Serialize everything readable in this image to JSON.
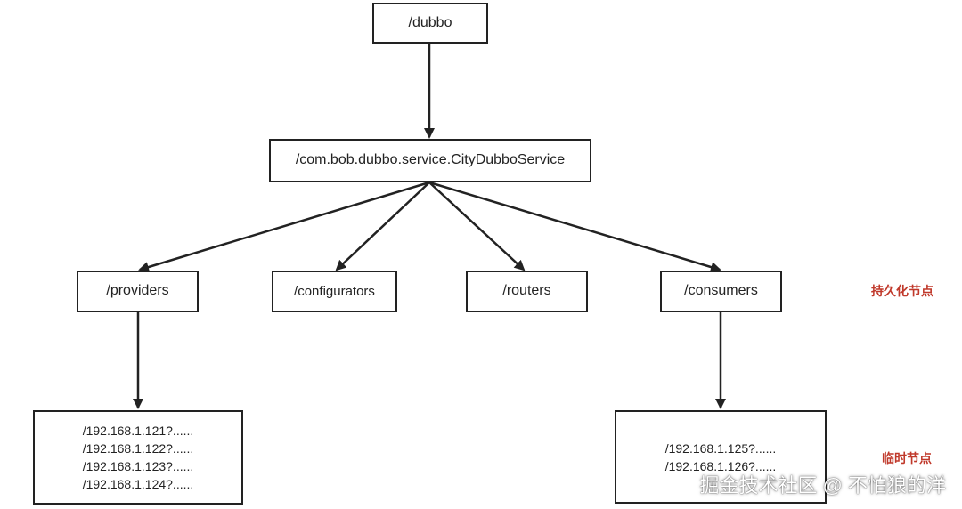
{
  "diagram": {
    "root": "/dubbo",
    "service": "/com.bob.dubbo.service.CityDubboService",
    "categories": [
      "/providers",
      "/configurators",
      "/routers",
      "/consumers"
    ],
    "provider_nodes": [
      "/192.168.1.121?......",
      "/192.168.1.122?......",
      "/192.168.1.123?......",
      "/192.168.1.124?......"
    ],
    "consumer_nodes": [
      "/192.168.1.125?......",
      "/192.168.1.126?......"
    ],
    "persistent_label": "持久化节点",
    "ephemeral_label": "临时节点"
  },
  "watermark": "掘金技术社区 @ 不怕狼的洋",
  "colors": {
    "line": "#222222",
    "label": "#c0392b",
    "background": "#ffffff"
  }
}
